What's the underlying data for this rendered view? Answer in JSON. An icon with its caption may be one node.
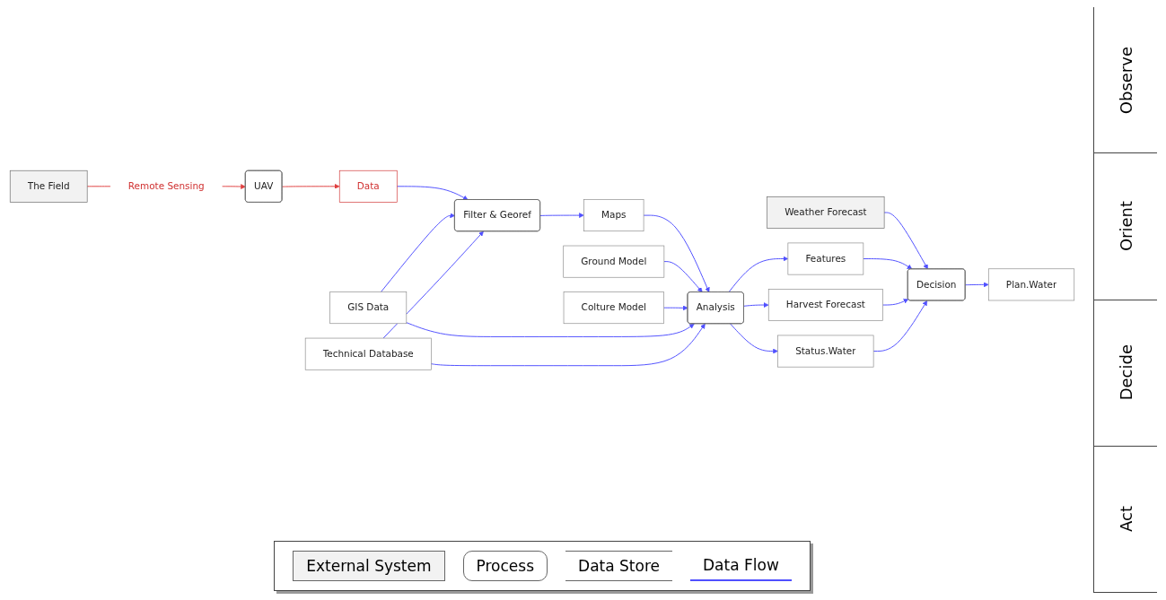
{
  "diagram": {
    "nodes": [
      {
        "text": [
          "The Field"
        ]
      },
      {
        "text": [
          "Remote Sensing"
        ]
      },
      {
        "text": [
          "UAV"
        ]
      },
      {
        "text": [
          "Data"
        ]
      },
      {
        "text": [
          "Filter & Georef"
        ]
      },
      {
        "text": [
          "Maps"
        ]
      },
      {
        "text": [
          "Weather Forecast"
        ]
      },
      {
        "text": [
          "Ground Model"
        ]
      },
      {
        "text": [
          "Colture Model"
        ]
      },
      {
        "text": [
          "GIS Data"
        ]
      },
      {
        "text": [
          "Technical Database"
        ]
      },
      {
        "text": [
          "Analysis"
        ]
      },
      {
        "text": [
          "Features"
        ]
      },
      {
        "text": [
          "Harvest Forecast"
        ]
      },
      {
        "text": [
          "Status.Water"
        ]
      },
      {
        "text": [
          "Decision"
        ]
      },
      {
        "text": [
          "Plan.Water"
        ]
      }
    ],
    "edges": [
      {
        "from": 0,
        "to": 1,
        "arrow": "none",
        "color": "#e04040"
      },
      {
        "from": 1,
        "to": 2,
        "arrow": "to",
        "color": "#e04040"
      },
      {
        "from": 2,
        "to": 3,
        "arrow": "to",
        "color": "#e04040"
      },
      {
        "from": 3,
        "to": 4,
        "arrow": "to"
      },
      {
        "from": 4,
        "to": 5,
        "arrow": "to"
      },
      {
        "from": 9,
        "to": 4,
        "arrow": "to"
      },
      {
        "from": 10,
        "to": 4,
        "arrow": "to"
      },
      {
        "from": 5,
        "to": 11,
        "arrow": "to"
      },
      {
        "from": 7,
        "to": 11,
        "arrow": "to"
      },
      {
        "from": 8,
        "to": 11,
        "arrow": "to"
      },
      {
        "from": 9,
        "to": 11,
        "arrow": "to"
      },
      {
        "from": 10,
        "to": 11,
        "arrow": "to"
      },
      {
        "from": 11,
        "to": 12,
        "arrow": "to"
      },
      {
        "from": 11,
        "to": 13,
        "arrow": "to"
      },
      {
        "from": 11,
        "to": 14,
        "arrow": "to"
      },
      {
        "from": 6,
        "to": 15,
        "arrow": "to"
      },
      {
        "from": 12,
        "to": 15,
        "arrow": "to"
      },
      {
        "from": 13,
        "to": 15,
        "arrow": "to"
      },
      {
        "from": 14,
        "to": 15,
        "arrow": "to"
      },
      {
        "from": 15,
        "to": 16,
        "arrow": "to"
      }
    ],
    "labels": [
      "Observe",
      "Orient",
      "Decide",
      "Act"
    ],
    "legend": [
      {
        "text": "External System"
      },
      {
        "text": "Process"
      },
      {
        "text": "Data Store"
      },
      {
        "text": "Data Flow"
      }
    ]
  }
}
